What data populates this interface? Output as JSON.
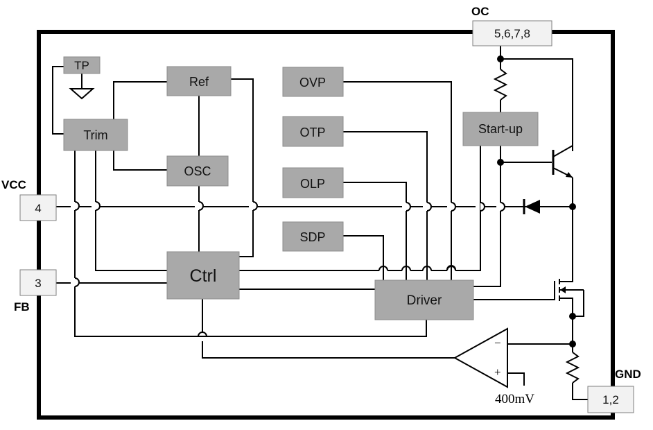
{
  "blocks": {
    "tp": "TP",
    "ref": "Ref",
    "trim": "Trim",
    "osc": "OSC",
    "ovp": "OVP",
    "otp": "OTP",
    "olp": "OLP",
    "sdp": "SDP",
    "startup": "Start-up",
    "ctrl": "Ctrl",
    "driver": "Driver"
  },
  "pins": {
    "oc": {
      "label": "OC",
      "number": "5,6,7,8"
    },
    "vcc": {
      "label": "VCC",
      "number": "4"
    },
    "fb": {
      "label": "FB",
      "number": "3"
    },
    "gnd": {
      "label": "GND",
      "number": "1,2"
    }
  },
  "comparator": {
    "minus": "−",
    "plus": "+",
    "reference": "400mV"
  }
}
